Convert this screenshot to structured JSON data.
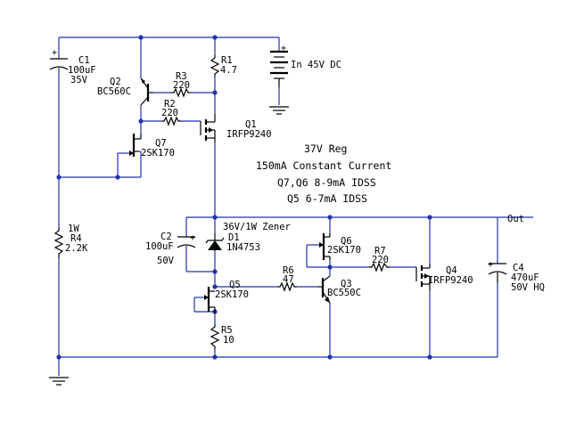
{
  "supply": {
    "label": "In 45V DC"
  },
  "output": {
    "label": "Out"
  },
  "notes": [
    "37V Reg",
    "150mA Constant Current",
    "Q7,Q6 8-9mA IDSS",
    "Q5 6-7mA IDSS"
  ],
  "components": {
    "c1": {
      "ref": "C1",
      "value": "100uF",
      "rating": "35V"
    },
    "q2": {
      "ref": "Q2",
      "part": "BC560C"
    },
    "r3": {
      "ref": "R3",
      "value": "220"
    },
    "r2": {
      "ref": "R2",
      "value": "220"
    },
    "r1": {
      "ref": "R1",
      "value": "4.7"
    },
    "q1": {
      "ref": "Q1",
      "part": "IRFP9240"
    },
    "q7": {
      "ref": "Q7",
      "part": "2SK170"
    },
    "r4": {
      "ref": "R4",
      "power": "1W",
      "value": "2.2K"
    },
    "zener": {
      "note": "36V/1W Zener"
    },
    "c2": {
      "ref": "C2",
      "value": "100uF",
      "rating": "50V"
    },
    "d1": {
      "ref": "D1",
      "part": "1N4753"
    },
    "q6": {
      "ref": "Q6",
      "part": "2SK170"
    },
    "r7": {
      "ref": "R7",
      "value": "220"
    },
    "q4": {
      "ref": "Q4",
      "part": "IRFP9240"
    },
    "c4": {
      "ref": "C4",
      "value": "470uF",
      "rating": "50V HQ"
    },
    "r6": {
      "ref": "R6",
      "value": "47"
    },
    "q3": {
      "ref": "Q3",
      "part": "BC550C"
    },
    "q5": {
      "ref": "Q5",
      "part": "2SK170"
    },
    "r5": {
      "ref": "R5",
      "value": "10"
    }
  },
  "symbols": {
    "plus": "+"
  },
  "colors": {
    "wire": "#2233aa",
    "component": "#000000",
    "background": "#ffffff"
  }
}
